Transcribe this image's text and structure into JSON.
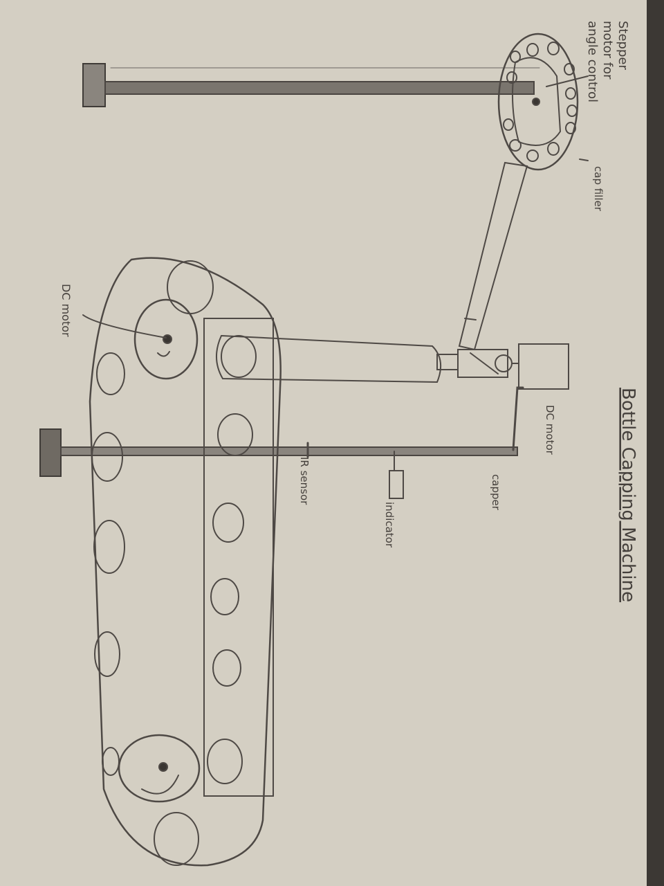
{
  "diagram": {
    "title": "Bottle Capping Machine",
    "labels": {
      "stepper_motor": [
        "Stepper",
        "motor for",
        "angle control"
      ],
      "cap_filler": "cap filler",
      "dc_motor_top": "DC motor",
      "capper": "capper",
      "indicator": "indicator",
      "ir_sensor": "IR sensor",
      "dc_motor_bottom": "DC motor"
    }
  },
  "colors": {
    "ink": "#4a4541",
    "pencil": "#57524d",
    "paper": "#d6d1c5"
  }
}
